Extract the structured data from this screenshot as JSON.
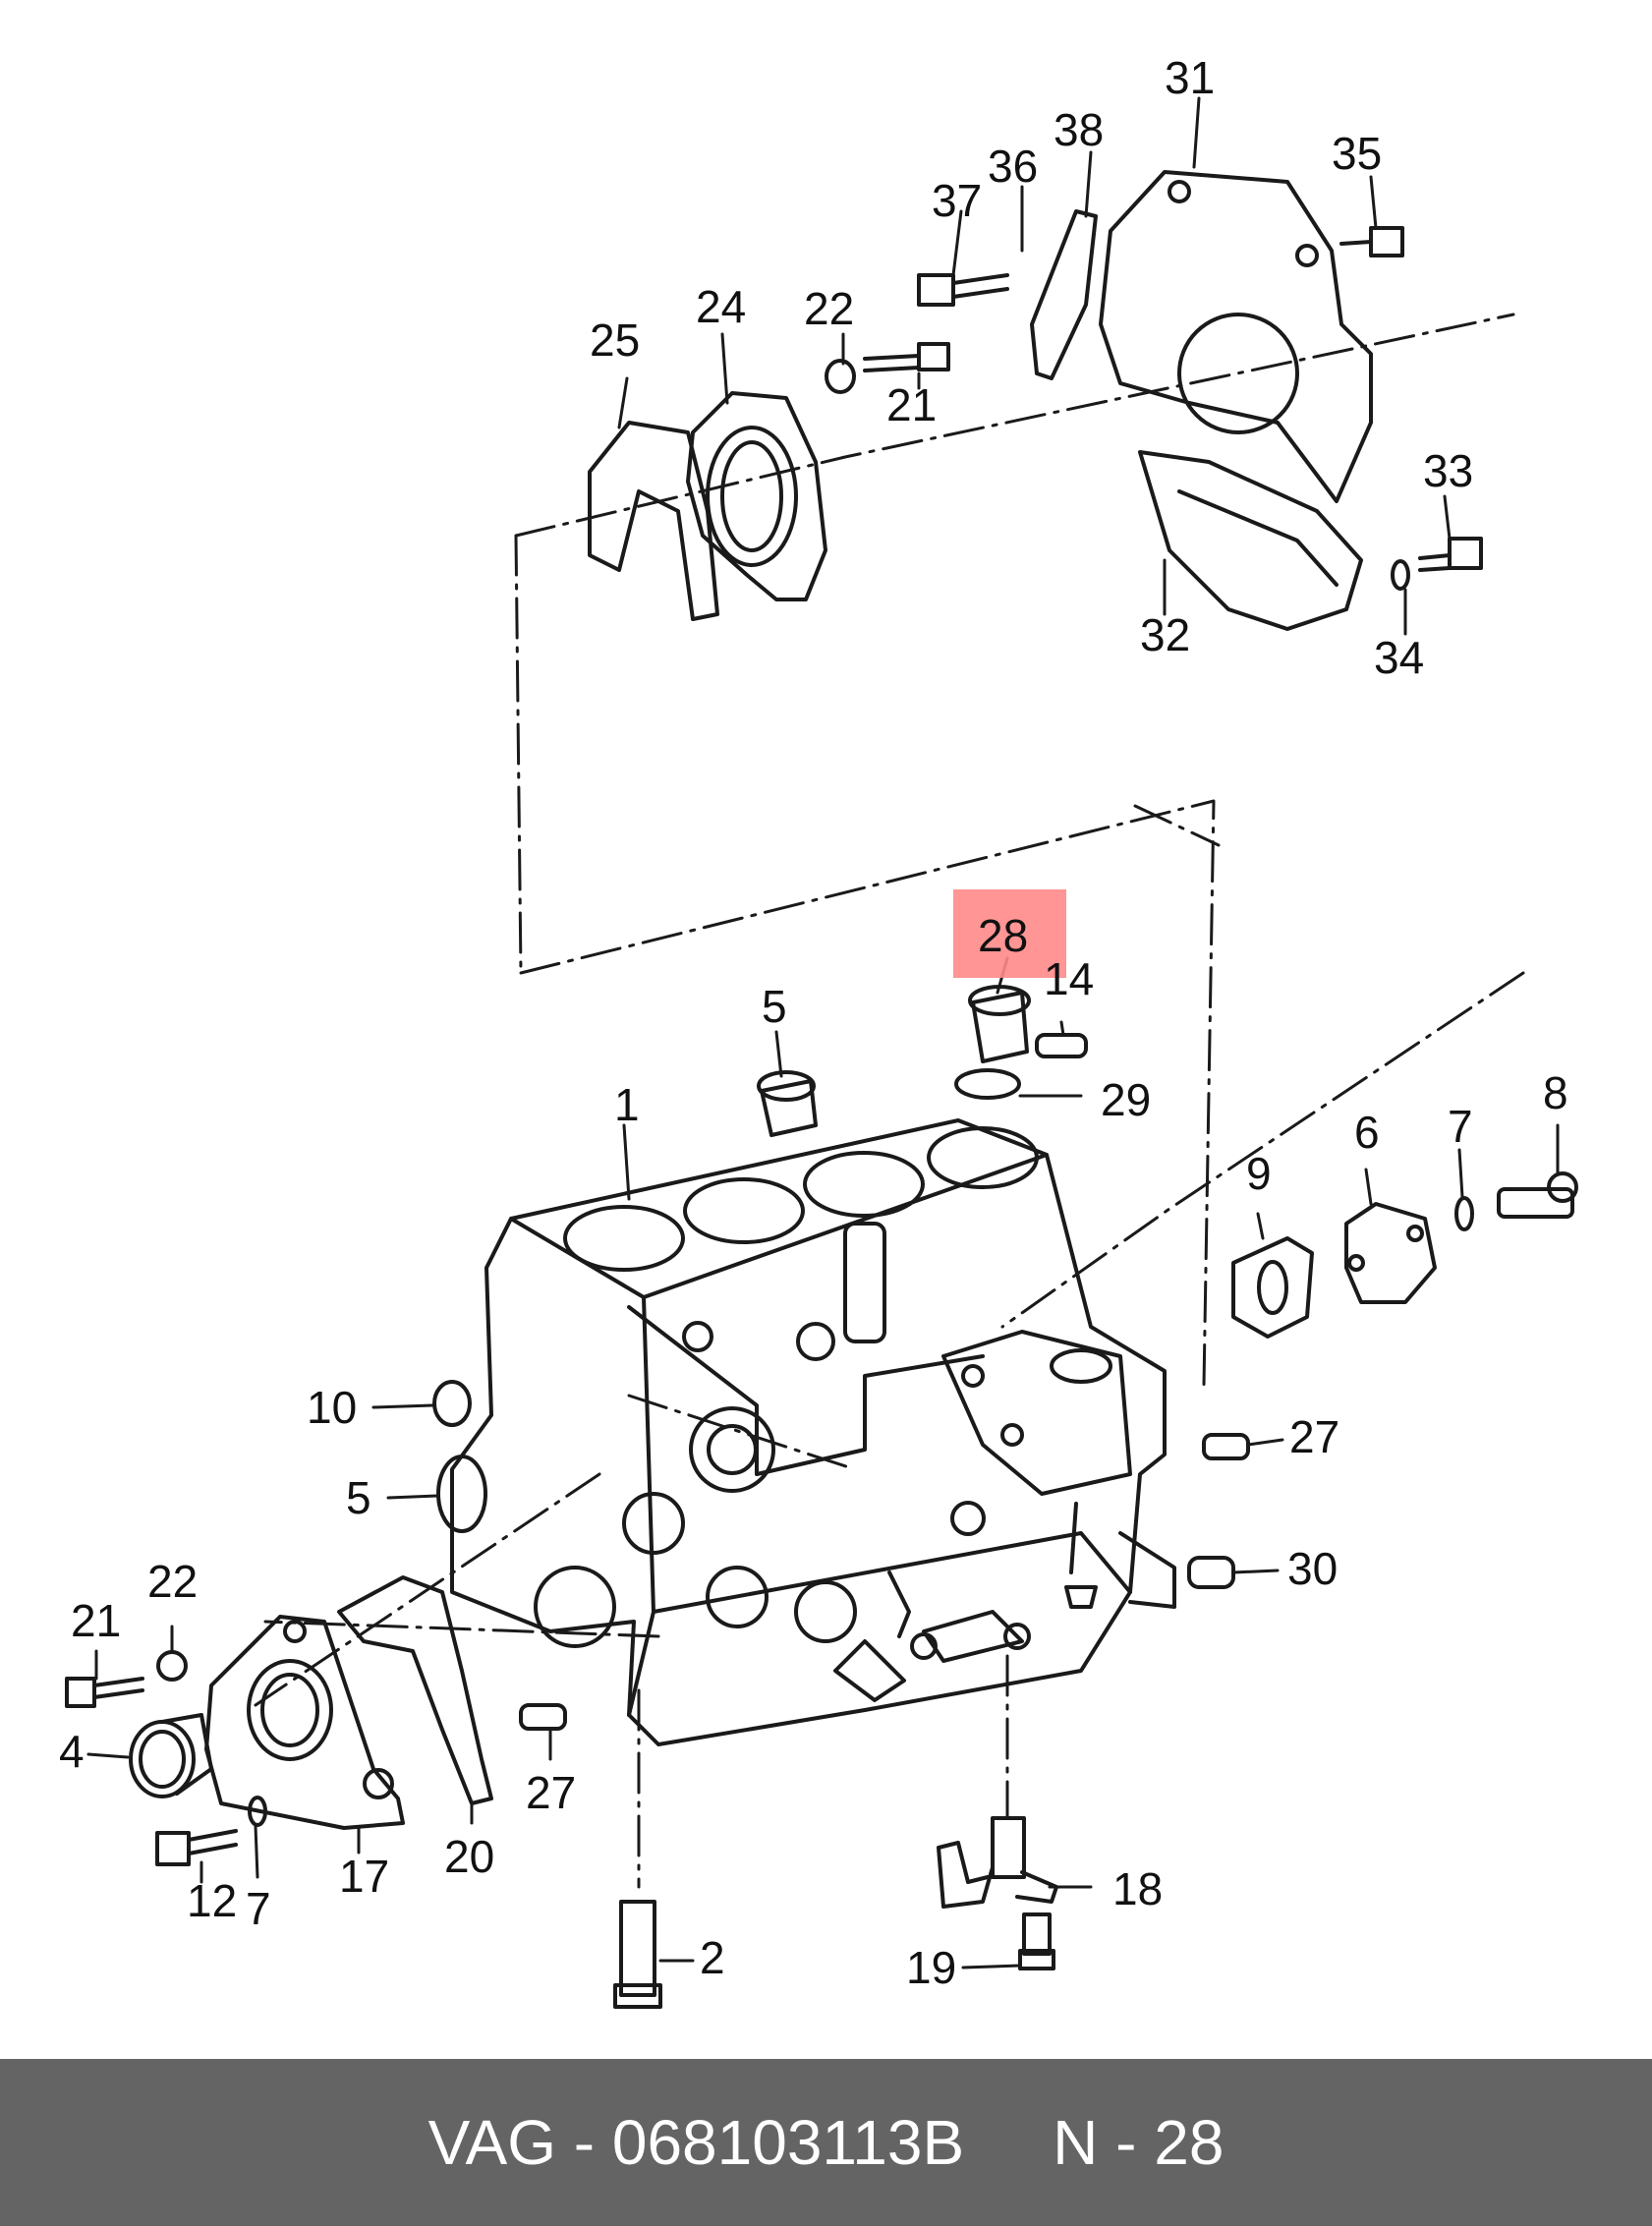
{
  "colors": {
    "ink": "#1a1a1a",
    "footer_bg": "#646464",
    "footer_text": "#ffffff",
    "highlight": "#ff8a8a"
  },
  "highlight": "28",
  "callouts": [
    "1",
    "2",
    "4",
    "5",
    "5",
    "6",
    "7",
    "7",
    "8",
    "9",
    "10",
    "12",
    "14",
    "17",
    "18",
    "19",
    "20",
    "21",
    "21",
    "22",
    "22",
    "24",
    "25",
    "27",
    "27",
    "28",
    "29",
    "30",
    "31",
    "32",
    "33",
    "34",
    "35",
    "36",
    "37",
    "38"
  ],
  "footer": {
    "brand": "VAG",
    "sep": "-",
    "part_number": "068103113B",
    "ref": "N - 28"
  }
}
